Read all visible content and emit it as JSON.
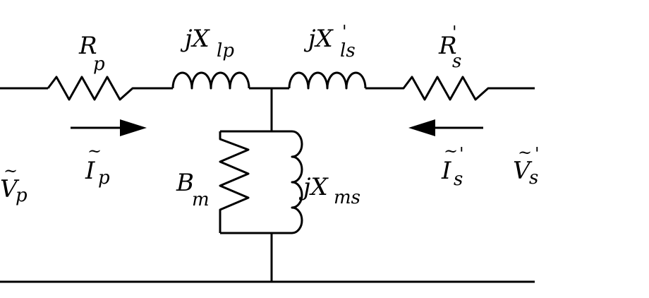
{
  "diagram": {
    "colors": {
      "line": "#000000",
      "background": "#ffffff"
    },
    "labels": {
      "rp": {
        "main": "R",
        "sub": "p"
      },
      "jxlp": {
        "main": "jX",
        "sub": "lp"
      },
      "jxls": {
        "main": "jX",
        "sub": "ls",
        "prime": "'"
      },
      "rs": {
        "main": "R",
        "sub": "s",
        "prime": "'"
      },
      "ip": {
        "main": "I",
        "sub": "p",
        "tilde": "~"
      },
      "is": {
        "main": "I",
        "sub": "s",
        "tilde": "~",
        "prime": "'"
      },
      "vp": {
        "main": "V",
        "sub": "p",
        "tilde": "~"
      },
      "vs": {
        "main": "V",
        "sub": "s",
        "tilde": "~",
        "prime": "'"
      },
      "bm": {
        "main": "B",
        "sub": "m"
      },
      "jxms": {
        "main": "jX",
        "sub": "ms"
      }
    }
  }
}
